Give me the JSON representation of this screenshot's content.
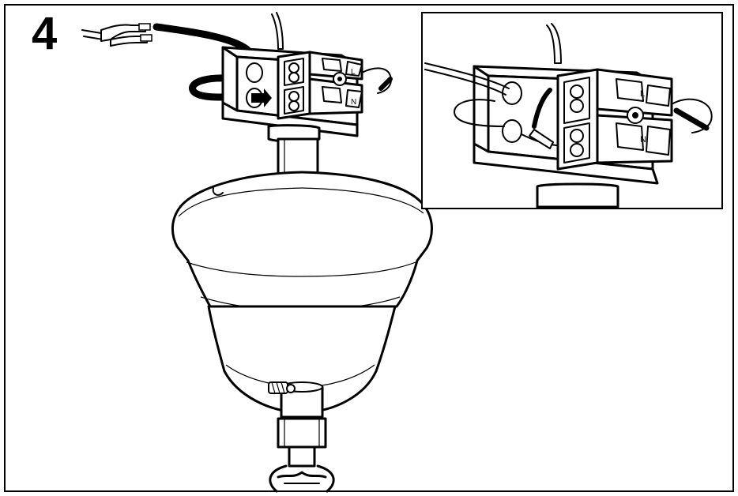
{
  "step": {
    "number": "4"
  },
  "terminal_markings": {
    "live": "L",
    "neutral": "N"
  },
  "colors": {
    "line": "#000000",
    "background": "#ffffff"
  },
  "icons": [
    "wire-pair-icon",
    "arrow-icon",
    "terminal-block-icon",
    "screw-icon",
    "canopy-icon",
    "hook-icon"
  ]
}
